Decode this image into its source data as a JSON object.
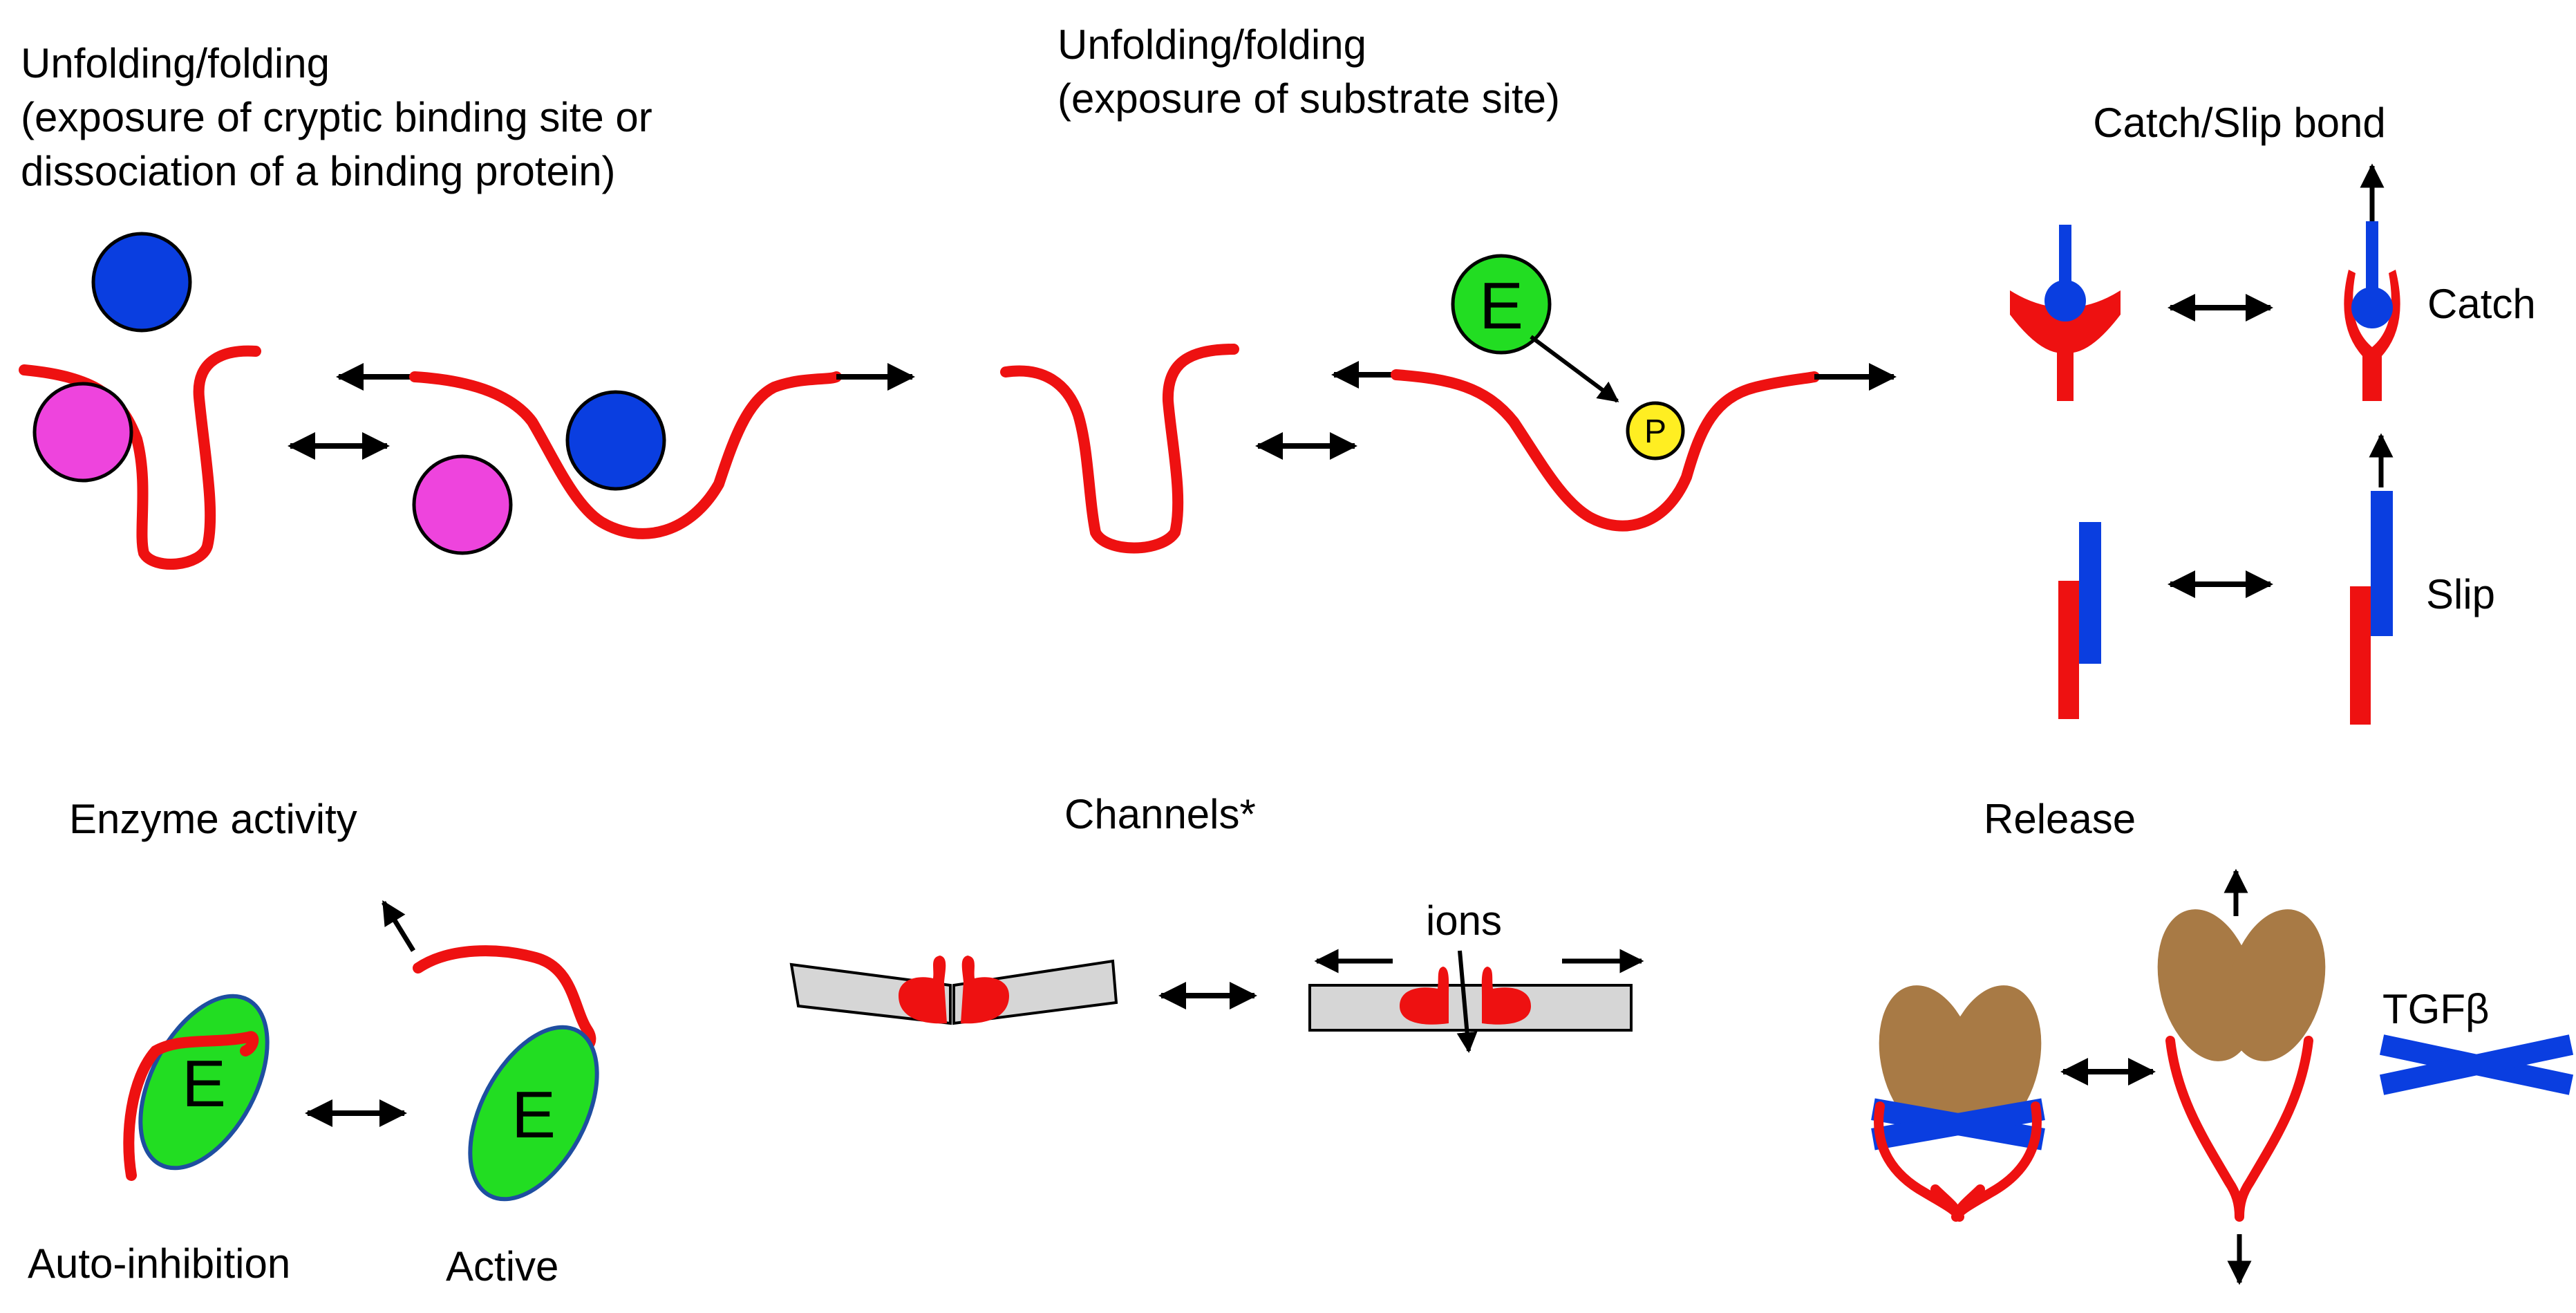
{
  "panels": {
    "unfold_binding": {
      "title_line1": "Unfolding/folding",
      "title_line2": "(exposure of cryptic binding site or",
      "title_line3": "dissociation of a binding protein)"
    },
    "unfold_substrate": {
      "title_line1": "Unfolding/folding",
      "title_line2": "(exposure of substrate site)",
      "enzyme_label": "E",
      "phospho_label": "P"
    },
    "catch_slip": {
      "title": "Catch/Slip bond",
      "catch_label": "Catch",
      "slip_label": "Slip"
    },
    "enzyme": {
      "title": "Enzyme activity",
      "enzyme_label": "E",
      "left_caption": "Auto-inhibition",
      "right_caption": "Active"
    },
    "channels": {
      "title": "Channels*",
      "ions_label": "ions"
    },
    "release": {
      "title": "Release",
      "tgf_label": "TGFβ"
    }
  },
  "colors": {
    "protein_chain": "#ee1111",
    "binding_partner": "#0a3ee0",
    "second_partner": "#ee44dd",
    "enzyme": "#22dd22",
    "phosphate": "#ffee22",
    "membrane": "#d6d6d6",
    "latency_domain": "#a87a45"
  }
}
